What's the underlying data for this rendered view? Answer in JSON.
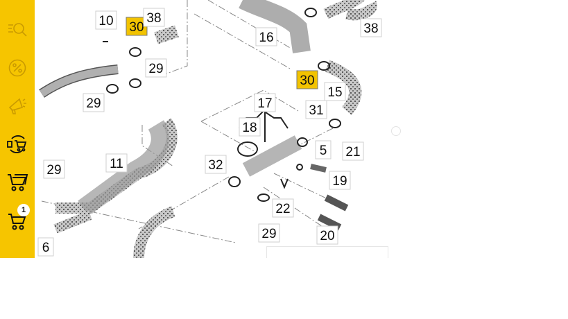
{
  "sidebar": {
    "items": [
      {
        "name": "search-parts",
        "icon": "list-search-icon"
      },
      {
        "name": "discounts",
        "icon": "percent-icon"
      },
      {
        "name": "promotions",
        "icon": "megaphone-icon"
      },
      {
        "name": "exchange-cart",
        "icon": "cart-exchange-icon"
      },
      {
        "name": "multi-cart",
        "icon": "carts-icon"
      },
      {
        "name": "cart",
        "icon": "cart-icon",
        "badge": "1"
      }
    ],
    "color": "#f6c500"
  },
  "diagram": {
    "labels": [
      {
        "text": "10",
        "highlight": false
      },
      {
        "text": "30",
        "highlight": true
      },
      {
        "text": "38",
        "highlight": false
      },
      {
        "text": "38",
        "highlight": false
      },
      {
        "text": "16",
        "highlight": false
      },
      {
        "text": "30",
        "highlight": true
      },
      {
        "text": "29",
        "highlight": false
      },
      {
        "text": "29",
        "highlight": false
      },
      {
        "text": "15",
        "highlight": false
      },
      {
        "text": "17",
        "highlight": false
      },
      {
        "text": "31",
        "highlight": false
      },
      {
        "text": "18",
        "highlight": false
      },
      {
        "text": "5",
        "highlight": false
      },
      {
        "text": "21",
        "highlight": false
      },
      {
        "text": "11",
        "highlight": false
      },
      {
        "text": "29",
        "highlight": false
      },
      {
        "text": "32",
        "highlight": false
      },
      {
        "text": "19",
        "highlight": false
      },
      {
        "text": "22",
        "highlight": false
      },
      {
        "text": "29",
        "highlight": false
      },
      {
        "text": "20",
        "highlight": false
      },
      {
        "text": "6",
        "highlight": false
      }
    ],
    "highlight_color": "#f2c300"
  }
}
